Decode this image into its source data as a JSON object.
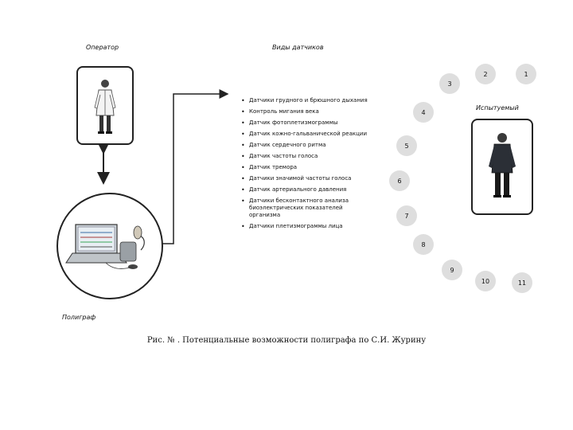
{
  "labels": {
    "operator": "Оператор",
    "sensor_types": "Виды датчиков",
    "subject": "Испытуемый",
    "polygraph": "Полиграф"
  },
  "sensors": [
    "Датчики грудного и брюшного дыхания",
    "Контроль мигания века",
    "Датчик фотоплетизмограммы",
    "Датчик кожно-гальванической реакции",
    "Датчик сердечного ритма",
    "Датчик частоты голоса",
    "Датчик тремора",
    "Датчики значимой частоты голоса",
    "Датчик артериального давления",
    "Датчики бесконтактного анализа биоэлектрических показателей организма",
    "Датчики плетизмограммы лица"
  ],
  "numbers": [
    "1",
    "2",
    "3",
    "4",
    "5",
    "6",
    "7",
    "8",
    "9",
    "10",
    "11"
  ],
  "caption": "Рис. № . Потенциальные возможности полиграфа по С.И. Журину",
  "colors": {
    "number_fill": "#dedede",
    "outline": "#222222"
  }
}
